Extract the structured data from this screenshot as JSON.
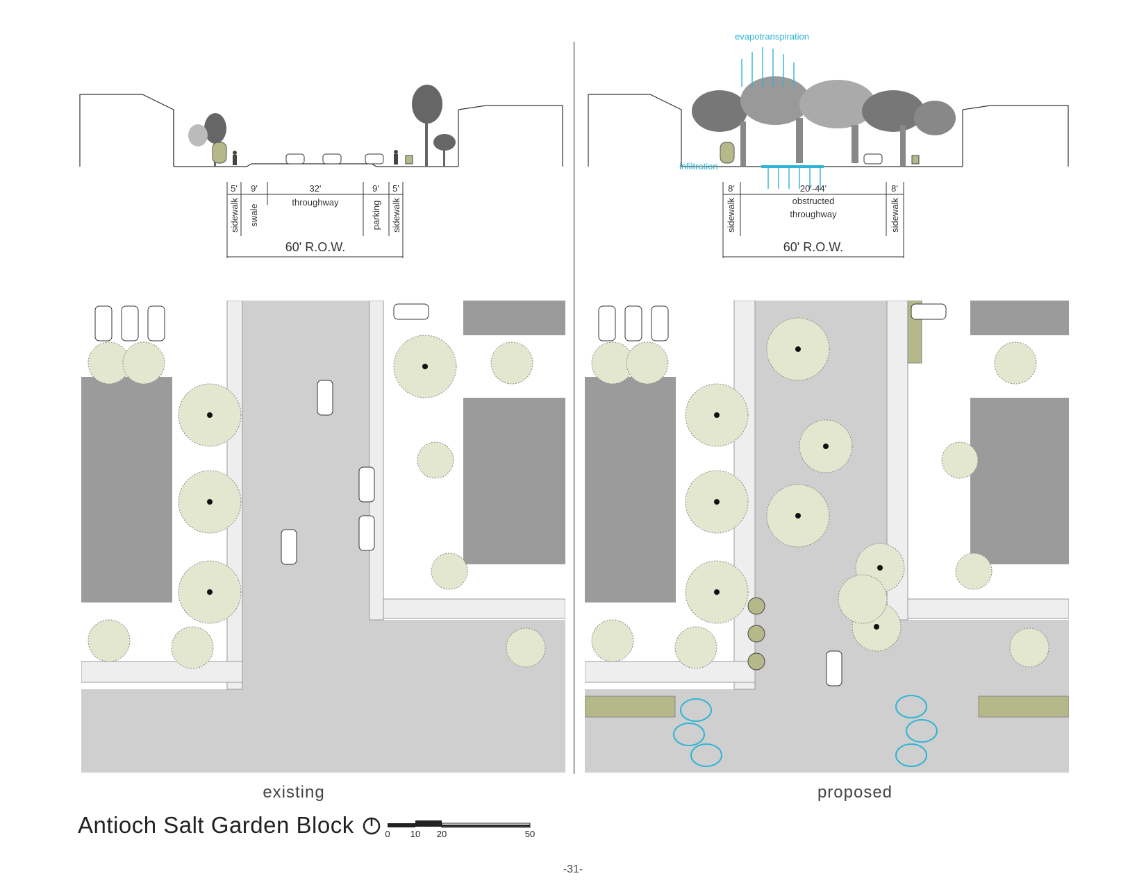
{
  "existing": {
    "caption": "existing",
    "section": {
      "segments": [
        {
          "width": "5'",
          "label": "sidewalk"
        },
        {
          "width": "9'",
          "label": "swale"
        },
        {
          "width": "32'",
          "label": "throughway"
        },
        {
          "width": "9'",
          "label": "parking"
        },
        {
          "width": "5'",
          "label": "sidewalk"
        }
      ],
      "row": "60' R.O.W."
    }
  },
  "proposed": {
    "caption": "proposed",
    "annotations": {
      "evapotranspiration": "evapotranspiration",
      "infiltration": "infiltration"
    },
    "section": {
      "segments": [
        {
          "width": "8'",
          "label": "sidewalk"
        },
        {
          "width": "20'-44'",
          "label": "obstructed throughway",
          "label_line1": "obstructed",
          "label_line2": "throughway"
        },
        {
          "width": "8'",
          "label": "sidewalk"
        }
      ],
      "row": "60' R.O.W."
    }
  },
  "title": "Antioch Salt Garden Block",
  "scale_bar": {
    "ticks": [
      "0",
      "10",
      "20",
      "50"
    ]
  },
  "page_number": "-31-",
  "colors": {
    "building": "#9b9b9b",
    "road": "#cfcfcf",
    "tree_fill": "#e3e7cf",
    "swale_fill": "#b5b98a",
    "water": "#2fb4d6"
  }
}
